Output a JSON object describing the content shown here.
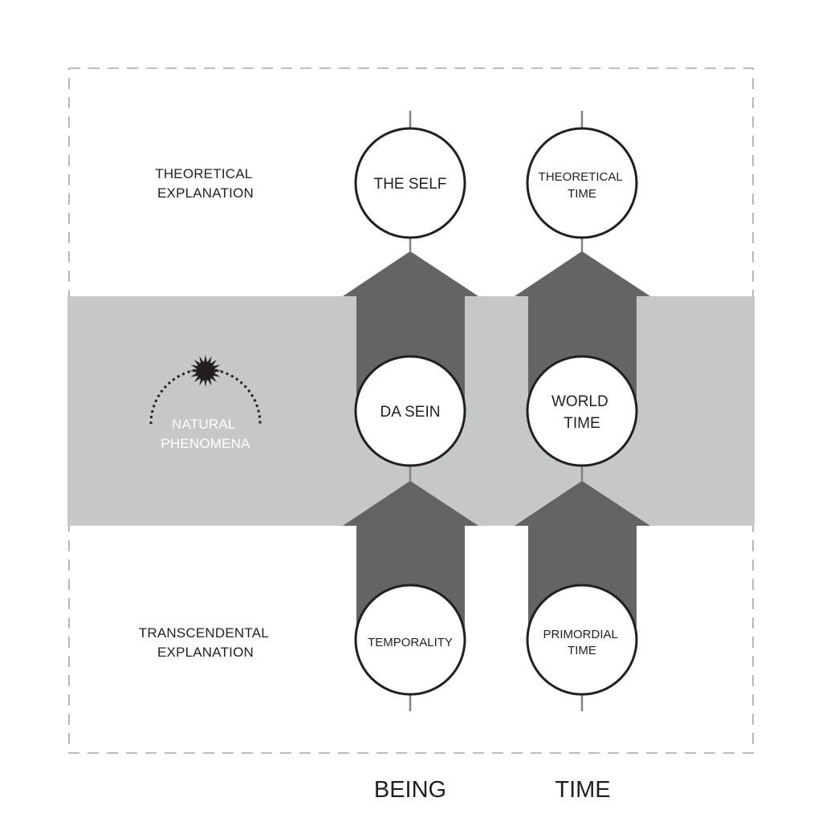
{
  "rows": {
    "theoretical": [
      "THEORETICAL",
      "EXPLANATION"
    ],
    "natural": [
      "NATURAL",
      "PHENOMENA"
    ],
    "transcendental": [
      "TRANSCENDENTAL",
      "EXPLANATION"
    ]
  },
  "columns": {
    "being": {
      "label": "BEING",
      "top": [
        "THE SELF"
      ],
      "middle": [
        "DA SEIN"
      ],
      "bottom": [
        "TEMPORALITY"
      ]
    },
    "time": {
      "label": "TIME",
      "top": [
        "THEORETICAL",
        "TIME"
      ],
      "middle": [
        "WORLD",
        "TIME"
      ],
      "bottom": [
        "PRIMORDIAL",
        "TIME"
      ]
    }
  },
  "colors": {
    "band": "#c6c7c9",
    "arrow": "#636466",
    "stroke": "#231f20",
    "frame": "#a7a9ac"
  }
}
